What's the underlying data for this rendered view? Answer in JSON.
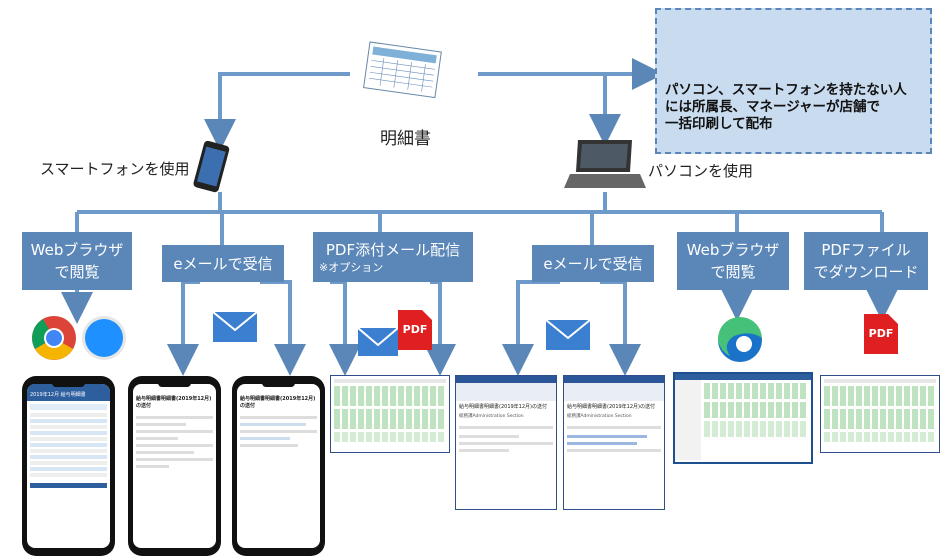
{
  "center_label": "明細書",
  "smartphone_label": "スマートフォンを使用",
  "pc_label": "パソコンを使用",
  "note": {
    "line1": "パソコン、スマートフォンを持たない人",
    "line2": "には所属長、マネージャーが店舗で",
    "line3": "一括印刷して配布"
  },
  "methods": [
    {
      "line1": "Webブラウザ",
      "line2": "で閲覧"
    },
    {
      "line1": "eメールで受信"
    },
    {
      "line1": "PDF添付メール配信",
      "sub": "※オプション"
    },
    {
      "line1": "eメールで受信"
    },
    {
      "line1": "Webブラウザ",
      "line2": "で閲覧"
    },
    {
      "line1": "PDFファイル",
      "line2": "でダウンロード"
    }
  ],
  "pdf_icon_text": "PDF",
  "screens": {
    "phone1_title": "2019年12月 給与明細書",
    "phone2_title": "給与明細書明細書(2019年12月)の送付",
    "phone3_title": "給与明細書明細書(2019年12月)の送付",
    "mail1_title": "給与明細書明細書(2019年12月)の送付",
    "mail1_sender": "総務課Administration Section",
    "mail2_title": "給与明細書明細書(2019年12月)の送付",
    "mail2_sender": "総務課Administration Section"
  },
  "colors": {
    "accent": "#5b87b8",
    "note_bg": "#c9dbef",
    "pdf_red": "#e02020"
  }
}
